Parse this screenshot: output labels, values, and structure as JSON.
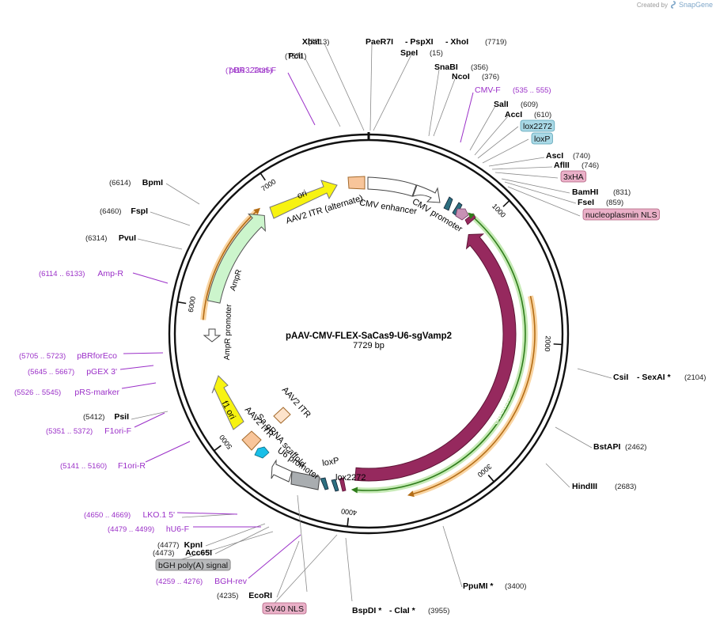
{
  "app": {
    "created_by": "Created by",
    "brand": "SnapGene"
  },
  "plasmid": {
    "name": "pAAV-CMV-FLEX-SaCas9-U6-sgVamp2",
    "length": 7729,
    "length_label": "7729 bp"
  },
  "tick_labels": [
    "1000",
    "2000",
    "3000",
    "4000",
    "5000",
    "6000",
    "7000"
  ],
  "colors": {
    "enzyme_text": "#000000",
    "position_text": "#333333",
    "primer": "#9b30c8",
    "saCas9": "#96295e",
    "ori": "#f7f311",
    "ampR": "#ccf5cc",
    "itr": "#f8c59a",
    "promoter": "#ffffff",
    "lox": "#2d6f80",
    "orange_line": "#ee8a1f",
    "green_line": "#3f9a25"
  },
  "features_inside": [
    {
      "label": "ori",
      "type": "ori"
    },
    {
      "label": "AAV2 ITR (alternate)",
      "type": "itr"
    },
    {
      "label": "CMV enhancer",
      "type": "promoter"
    },
    {
      "label": "CMV promoter",
      "type": "promoter"
    },
    {
      "label": "SaCas9",
      "type": "cds"
    },
    {
      "label": "lox2272",
      "type": "lox"
    },
    {
      "label": "loxP",
      "type": "lox"
    },
    {
      "label": "U6 promoter",
      "type": "promoter"
    },
    {
      "label": "Sa gRNA scaffold",
      "type": "misc"
    },
    {
      "label": "AAV2 ITR",
      "type": "itr"
    },
    {
      "label": "AAV2 ITR",
      "type": "itr"
    },
    {
      "label": "f1 ori",
      "type": "ori"
    },
    {
      "label": "AmpR promoter",
      "type": "promoter"
    },
    {
      "label": "AmpR",
      "type": "cds"
    }
  ],
  "annotations": [
    {
      "pos": "(7713)",
      "name": "XbaI",
      "kind": "enzyme"
    },
    {
      "name": "PaeR7I",
      "kind": "enzyme"
    },
    {
      "name": "- PspXI",
      "kind": "enzyme"
    },
    {
      "name": "- XhoI",
      "pos": "(7719)",
      "kind": "enzyme"
    },
    {
      "name": "SpeI",
      "pos": "(15)",
      "kind": "enzyme"
    },
    {
      "pos": "(7571)",
      "name": "PciI",
      "kind": "enzyme"
    },
    {
      "pos": "(7416 .. 7435)",
      "name": "pBR322ori-F",
      "kind": "primer"
    },
    {
      "name": "SnaBI",
      "pos": "(356)",
      "kind": "enzyme"
    },
    {
      "name": "NcoI",
      "pos": "(376)",
      "kind": "enzyme"
    },
    {
      "name": "CMV-F",
      "pos": "(535 .. 555)",
      "kind": "primer"
    },
    {
      "name": "SalI",
      "pos": "(609)",
      "kind": "enzyme"
    },
    {
      "name": "AccI",
      "pos": "(610)",
      "kind": "enzyme"
    },
    {
      "name": "lox2272",
      "kind": "box-blue"
    },
    {
      "name": "loxP",
      "kind": "box-blue"
    },
    {
      "name": "AscI",
      "pos": "(740)",
      "kind": "enzyme"
    },
    {
      "name": "AflII",
      "pos": "(746)",
      "kind": "enzyme"
    },
    {
      "name": "3xHA",
      "kind": "box-pink"
    },
    {
      "name": "BamHI",
      "pos": "(831)",
      "kind": "enzyme"
    },
    {
      "name": "FseI",
      "pos": "(859)",
      "kind": "enzyme"
    },
    {
      "name": "nucleoplasmin NLS",
      "kind": "box-pink"
    },
    {
      "pos": "(6614)",
      "name": "BpmI",
      "kind": "enzyme"
    },
    {
      "pos": "(6460)",
      "name": "FspI",
      "kind": "enzyme"
    },
    {
      "pos": "(6314)",
      "name": "PvuI",
      "kind": "enzyme"
    },
    {
      "pos": "(6114 .. 6133)",
      "name": "Amp-R",
      "kind": "primer"
    },
    {
      "pos": "(5705 .. 5723)",
      "name": "pBRforEco",
      "kind": "primer"
    },
    {
      "pos": "(5645 .. 5667)",
      "name": "pGEX 3'",
      "kind": "primer"
    },
    {
      "pos": "(5526 .. 5545)",
      "name": "pRS-marker",
      "kind": "primer"
    },
    {
      "pos": "(5412)",
      "name": "PsiI",
      "kind": "enzyme"
    },
    {
      "pos": "(5351 .. 5372)",
      "name": "F1ori-F",
      "kind": "primer"
    },
    {
      "pos": "(5141 .. 5160)",
      "name": "F1ori-R",
      "kind": "primer"
    },
    {
      "pos": "(4650 .. 4669)",
      "name": "LKO.1 5'",
      "kind": "primer"
    },
    {
      "pos": "(4479 .. 4499)",
      "name": "hU6-F",
      "kind": "primer"
    },
    {
      "pos": "(4477)",
      "name": "KpnI",
      "kind": "enzyme"
    },
    {
      "pos": "(4473)",
      "name": "Acc65I",
      "kind": "enzyme"
    },
    {
      "name": "bGH poly(A) signal",
      "kind": "box-gray"
    },
    {
      "pos": "(4259 .. 4276)",
      "name": "BGH-rev",
      "kind": "primer"
    },
    {
      "pos": "(4235)",
      "name": "EcoRI",
      "kind": "enzyme"
    },
    {
      "name": "SV40 NLS",
      "kind": "box-pink"
    },
    {
      "name": "CsiI",
      "kind": "enzyme"
    },
    {
      "name": "- SexAI *",
      "pos": "(2104)",
      "kind": "enzyme"
    },
    {
      "name": "BstAPI",
      "pos": "(2462)",
      "kind": "enzyme"
    },
    {
      "name": "HindIII",
      "pos": "(2683)",
      "kind": "enzyme"
    },
    {
      "name": "PpuMI *",
      "pos": "(3400)",
      "kind": "enzyme"
    },
    {
      "name": "BspDI *",
      "kind": "enzyme"
    },
    {
      "name": "- ClaI *",
      "pos": "(3955)",
      "kind": "enzyme"
    }
  ]
}
